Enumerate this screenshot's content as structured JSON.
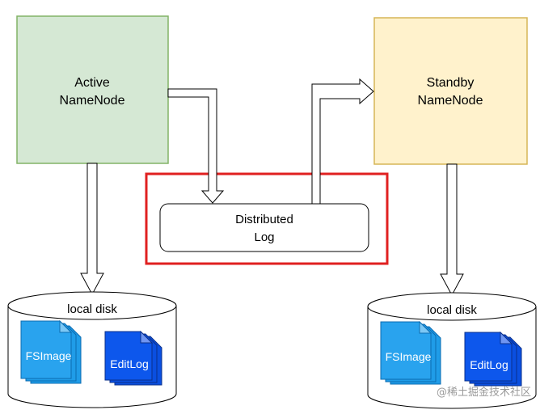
{
  "nodes": {
    "active": {
      "line1": "Active",
      "line2": "NameNode",
      "fill": "#d5e8d4",
      "stroke": "#82b366"
    },
    "standby": {
      "line1": "Standby",
      "line2": "NameNode",
      "fill": "#fff2cc",
      "stroke": "#d6b656"
    },
    "log": {
      "line1": "Distributed",
      "line2": "Log",
      "highlight": "#e02020"
    }
  },
  "disks": {
    "left": {
      "label": "local disk",
      "fsimage": "FSImage",
      "editlog": "EditLog"
    },
    "right": {
      "label": "local disk",
      "fsimage": "FSImage",
      "editlog": "EditLog"
    }
  },
  "colors": {
    "fsimage": "#1f9ce8",
    "editlog": "#0a4fe0"
  },
  "watermark": "@稀土掘金技术社区"
}
